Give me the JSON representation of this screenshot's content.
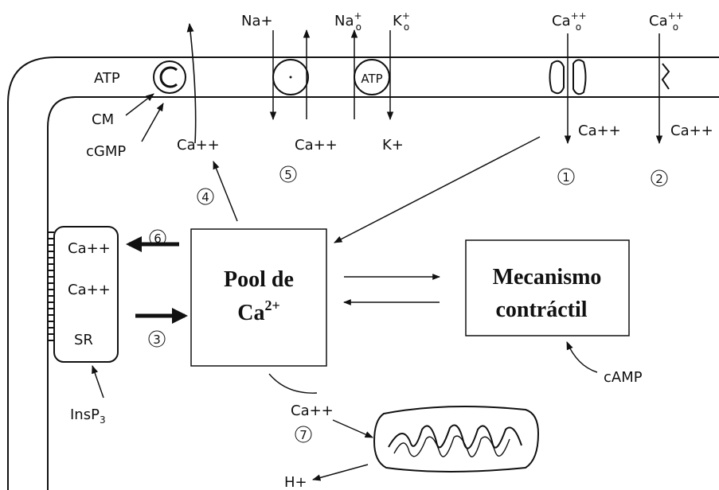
{
  "membrane": {
    "pump_atp": "ATP",
    "cm": "CM",
    "cgmp": "cGMP",
    "ca_efflux": "Ca++",
    "na_in": "Na+",
    "ca_exchanger": "Ca++",
    "na_o": "Na",
    "na_o_sup": "+",
    "na_o_sub": "o",
    "k_o": "K",
    "k_o_sup": "+",
    "k_o_sub": "o",
    "atpase_label": "ATP",
    "k_in": "K+",
    "ca_o_1": "Ca",
    "ca_o_1_sup": "++",
    "ca_o_1_sub": "o",
    "ca_in_1": "Ca++",
    "ca_o_2": "Ca",
    "ca_o_2_sup": "++",
    "ca_o_2_sub": "o",
    "ca_in_2": "Ca++"
  },
  "steps": {
    "s1": "1",
    "s2": "2",
    "s3": "3",
    "s4": "4",
    "s5": "5",
    "s6": "6",
    "s7": "7"
  },
  "sr": {
    "ca_top": "Ca++",
    "ca_mid": "Ca++",
    "label": "SR",
    "insp3": "InsP",
    "insp3_sub": "3"
  },
  "pool": {
    "line1": "Pool de",
    "line2": "Ca",
    "line2_sup": "2+"
  },
  "contractile": {
    "line1": "Mecanismo",
    "line2": "contráctil",
    "camp": "cAMP"
  },
  "mito": {
    "ca": "Ca++",
    "h": "H+"
  }
}
